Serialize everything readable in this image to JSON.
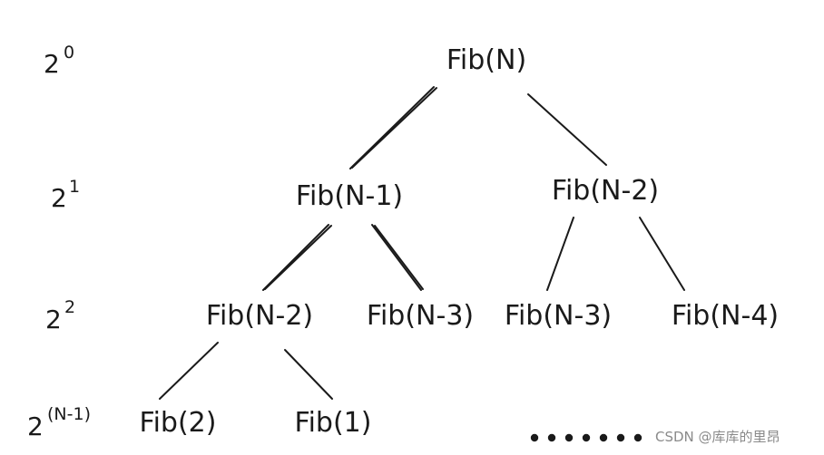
{
  "diagram": {
    "nodes": [
      {
        "id": "root",
        "label": "Fib(N)"
      },
      {
        "id": "l1a",
        "label": "Fib(N-1)"
      },
      {
        "id": "l1b",
        "label": "Fib(N-2)"
      },
      {
        "id": "l2a",
        "label": "Fib(N-2)"
      },
      {
        "id": "l2b",
        "label": "Fib(N-3)"
      },
      {
        "id": "l2c",
        "label": "Fib(N-3)"
      },
      {
        "id": "l2d",
        "label": "Fib(N-4)"
      },
      {
        "id": "l3a",
        "label": "Fib(2)"
      },
      {
        "id": "l3b",
        "label": "Fib(1)"
      }
    ],
    "edges": [
      {
        "from": "root",
        "to": "l1a"
      },
      {
        "from": "root",
        "to": "l1b"
      },
      {
        "from": "l1a",
        "to": "l2a"
      },
      {
        "from": "l1a",
        "to": "l2b"
      },
      {
        "from": "l1b",
        "to": "l2c"
      },
      {
        "from": "l1b",
        "to": "l2d"
      },
      {
        "from": "l2a",
        "to": "l3a"
      },
      {
        "from": "l2a",
        "to": "l3b"
      }
    ],
    "levels": [
      {
        "base": "2",
        "exp": "0"
      },
      {
        "base": "2",
        "exp": "1"
      },
      {
        "base": "2",
        "exp": "2"
      },
      {
        "base": "2",
        "exp": "(N-1)"
      }
    ],
    "ellipsis_dots": 7
  },
  "watermark": "CSDN @库库的里昂"
}
